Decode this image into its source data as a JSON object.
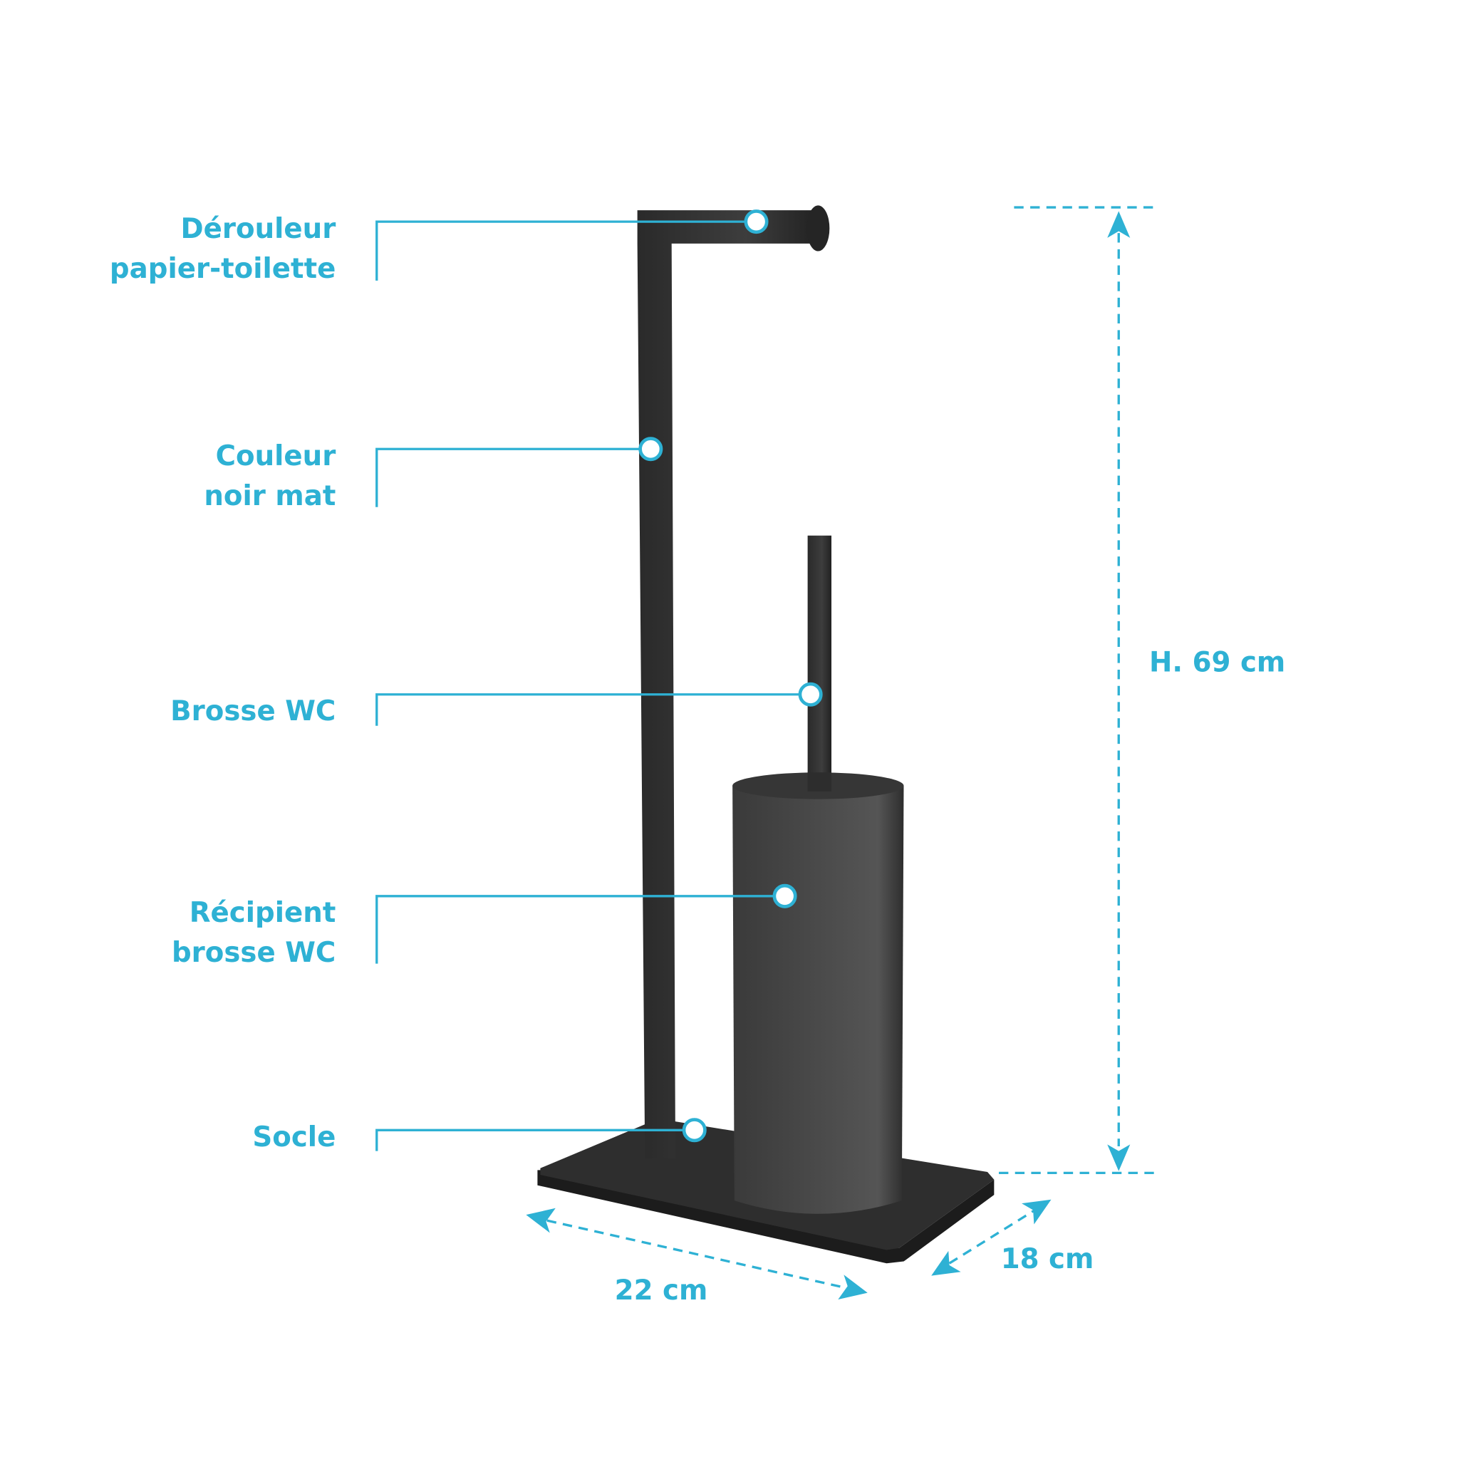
{
  "labels": {
    "holder": [
      "Dérouleur",
      "papier-toilette"
    ],
    "color": [
      "Couleur",
      "noir mat"
    ],
    "brush": [
      "Brosse WC"
    ],
    "container": [
      "Récipient",
      "brosse WC"
    ],
    "base": [
      "Socle"
    ]
  },
  "dimensions": {
    "height": "H. 69 cm",
    "width": "22 cm",
    "depth": "18 cm"
  },
  "colors": {
    "accent": "#2eb1d4",
    "product": "#2b2b2b"
  }
}
